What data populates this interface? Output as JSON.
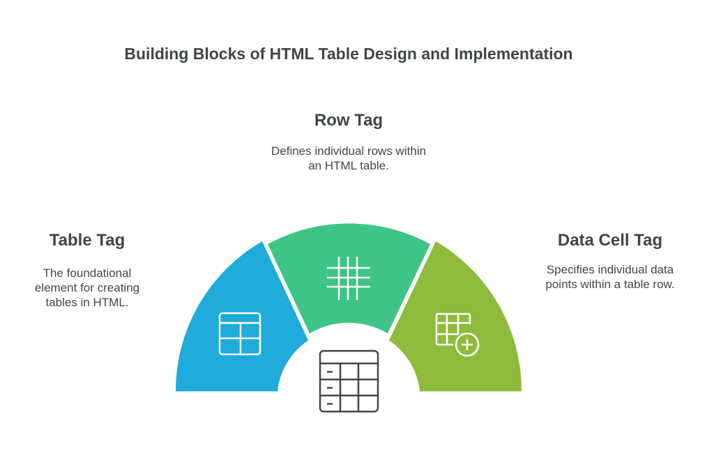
{
  "title": "Building Blocks of HTML Table Design and Implementation",
  "items": [
    {
      "heading": "Table Tag",
      "description": "The foundational element for creating tables in HTML.",
      "color": "#1FABDB",
      "icon": "table-layout-icon"
    },
    {
      "heading": "Row Tag",
      "description": "Defines individual rows within an HTML table.",
      "color": "#3EC486",
      "icon": "grid-hash-icon"
    },
    {
      "heading": "Data Cell Tag",
      "description": "Specifies individual data points within a table row.",
      "color": "#8FBB3C",
      "icon": "table-add-icon"
    }
  ],
  "center_icon": "table-rows-icon"
}
